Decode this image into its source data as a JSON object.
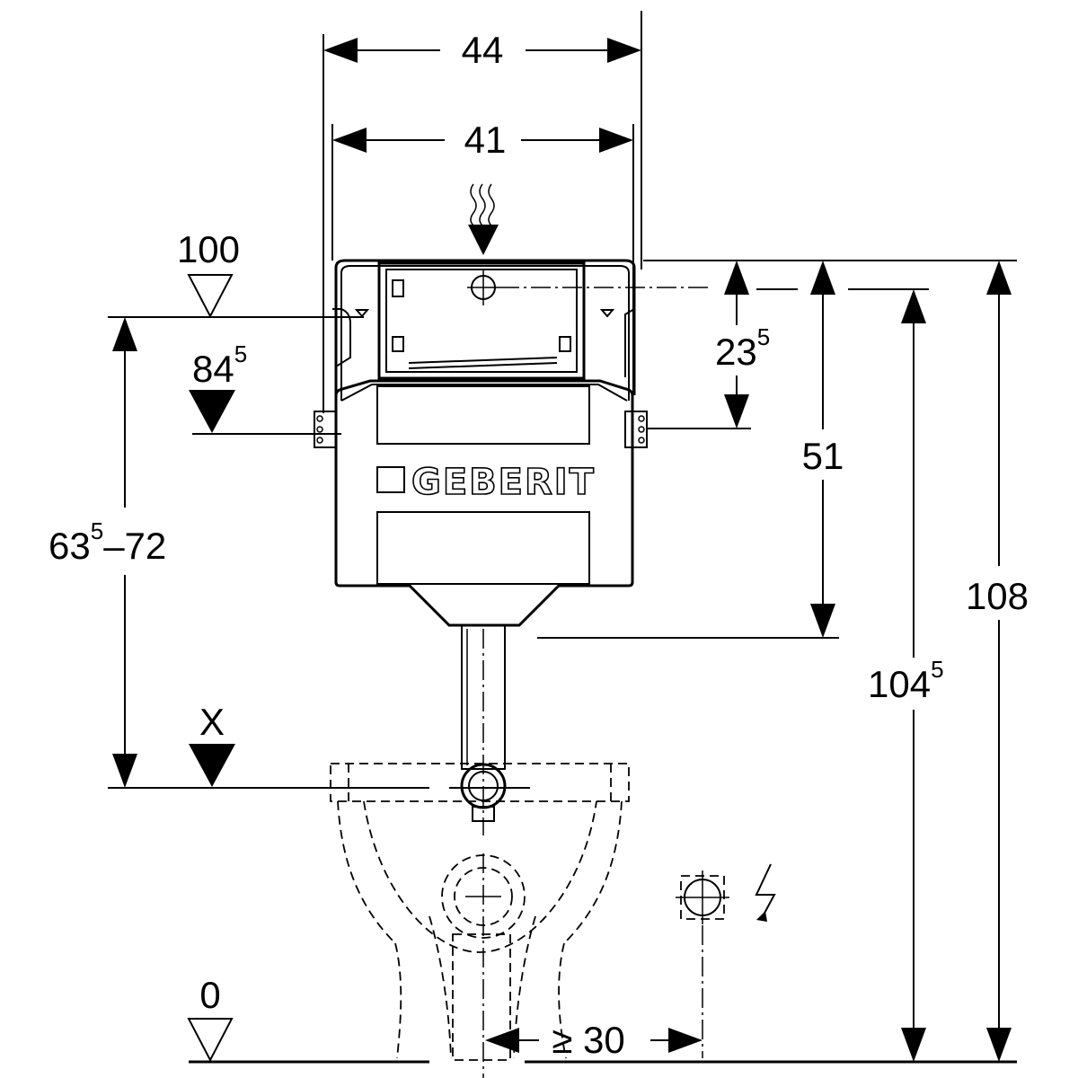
{
  "brand": "GEBERIT",
  "dimensions": {
    "overall_width": "44",
    "frame_width": "41",
    "actuation_offset_main": "23",
    "actuation_offset_sup": "5",
    "tank_height": "51",
    "height_to_top": "108",
    "height_to_actuation_main": "104",
    "height_to_actuation_sup": "5",
    "flush_pipe_range_main": "63",
    "flush_pipe_range_sup": "5",
    "flush_pipe_range_end": "–72",
    "electrical_offset": "≥ 30"
  },
  "levels": {
    "level_100": "100",
    "level_84_main": "84",
    "level_84_sup": "5",
    "level_x": "X",
    "level_0": "0"
  }
}
